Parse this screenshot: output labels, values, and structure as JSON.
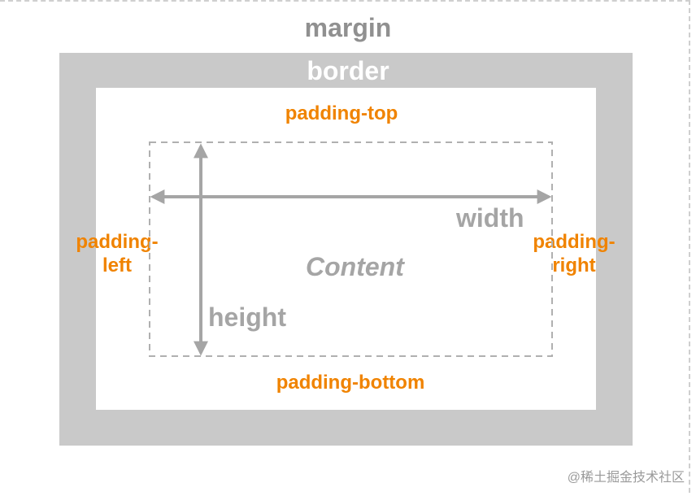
{
  "diagram": {
    "margin_label": "margin",
    "border_label": "border",
    "padding_top_label": "padding-top",
    "padding_bottom_label": "padding-bottom",
    "padding_left_label": "padding-left",
    "padding_right_label": "padding-right",
    "content_label": "Content",
    "width_label": "width",
    "height_label": "height"
  },
  "colors": {
    "border": "#c9c9c9",
    "padding_text": "#f08300",
    "content_text": "#a5a5a5",
    "margin_text": "#909090"
  },
  "watermark": "@稀土掘金技术社区"
}
